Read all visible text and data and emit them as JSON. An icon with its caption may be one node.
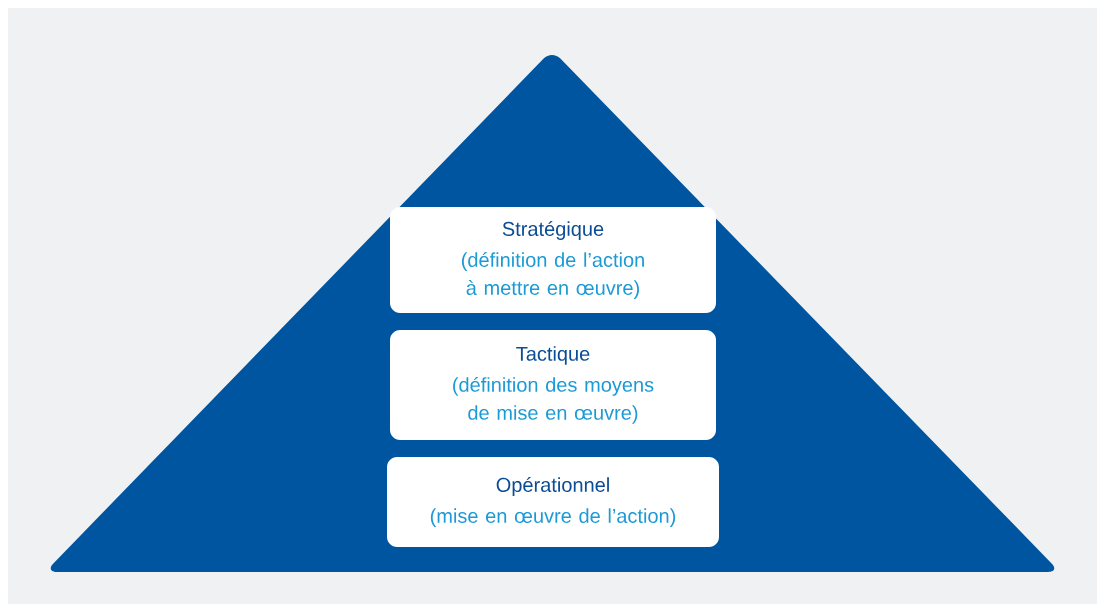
{
  "diagram": {
    "nodes": [
      {
        "text": [],
        "shape": "triangle"
      },
      {
        "text": [
          "Stratégique",
          "(définition de l’action à mettre en œuvre)"
        ],
        "in": 0
      },
      {
        "text": [
          "Tactique",
          "(définition des moyens de mise en œuvre)"
        ],
        "in": 0
      },
      {
        "text": [
          "Opérationnel",
          "(mise en œuvre de l’action)"
        ],
        "in": 0
      }
    ]
  }
}
